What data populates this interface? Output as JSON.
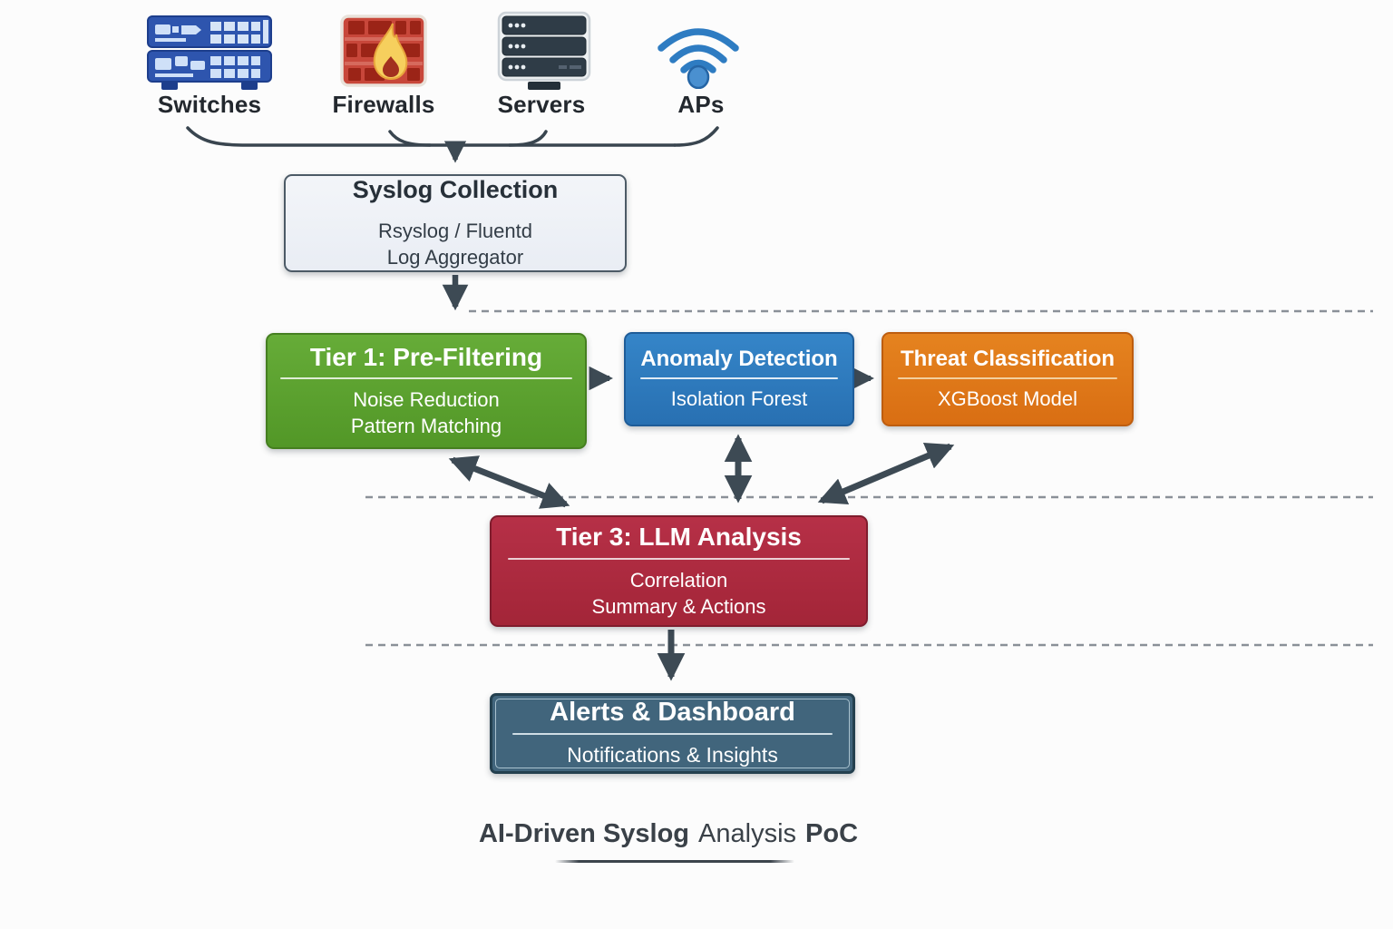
{
  "sources": [
    {
      "label": "Switches",
      "icon": "switches-icon"
    },
    {
      "label": "Firewalls",
      "icon": "firewall-icon"
    },
    {
      "label": "Servers",
      "icon": "servers-icon"
    },
    {
      "label": "APs",
      "icon": "wifi-icon"
    }
  ],
  "pipeline": {
    "syslog_collection": {
      "title": "Syslog Collection",
      "lines": [
        "Rsyslog / Fluentd",
        "Log Aggregator"
      ],
      "bg": "#eef1f6",
      "border": "#4c5a66"
    },
    "tier1": {
      "title": "Tier 1: Pre-Filtering",
      "lines": [
        "Noise Reduction",
        "Pattern Matching"
      ],
      "bg": "#5aa22e",
      "border": "#457f20"
    },
    "anomaly_detection": {
      "title": "Anomaly Detection",
      "lines": [
        "Isolation Forest"
      ],
      "bg": "#2e7bbd",
      "border": "#1e5c98"
    },
    "threat_classification": {
      "title": "Threat Classification",
      "lines": [
        "XGBoost Model"
      ],
      "bg": "#df791a",
      "border": "#bd5d0f"
    },
    "tier3": {
      "title": "Tier 3: LLM Analysis",
      "lines": [
        "Correlation",
        "Summary & Actions"
      ],
      "bg": "#b02b40",
      "border": "#7f1c2d"
    },
    "alerts": {
      "title": "Alerts & Dashboard",
      "lines": [
        "Notifications & Insights"
      ],
      "bg": "#41657c",
      "border": "#24404f"
    }
  },
  "footer": {
    "bold_lead": "AI-Driven Syslog",
    "regular_mid": "Analysis",
    "bold_tail": "PoC"
  },
  "style": {
    "arrow_color": "#3d4a54",
    "dashed_line_color": "#8a9098",
    "background": "#fcfcfc"
  }
}
